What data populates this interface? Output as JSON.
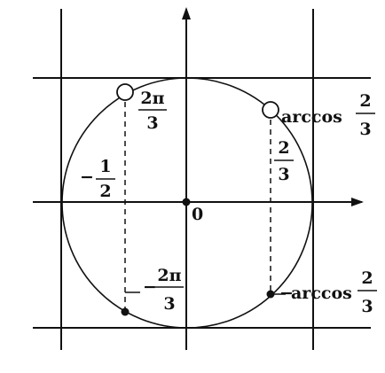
{
  "labels": {
    "origin": "0",
    "upper_left_num": "2π",
    "upper_left_den": "3",
    "left_minus": "−",
    "left_num": "1",
    "left_den": "2",
    "upper_right_func": "arccos",
    "upper_right_num": "2",
    "upper_right_den": "3",
    "inner_right_num": "2",
    "inner_right_den": "3",
    "lower_left_minus": "−",
    "lower_left_num": "2π",
    "lower_left_den": "3",
    "lower_right_minus": "−",
    "lower_right_func": "arccos",
    "lower_right_num": "2",
    "lower_right_den": "3"
  }
}
